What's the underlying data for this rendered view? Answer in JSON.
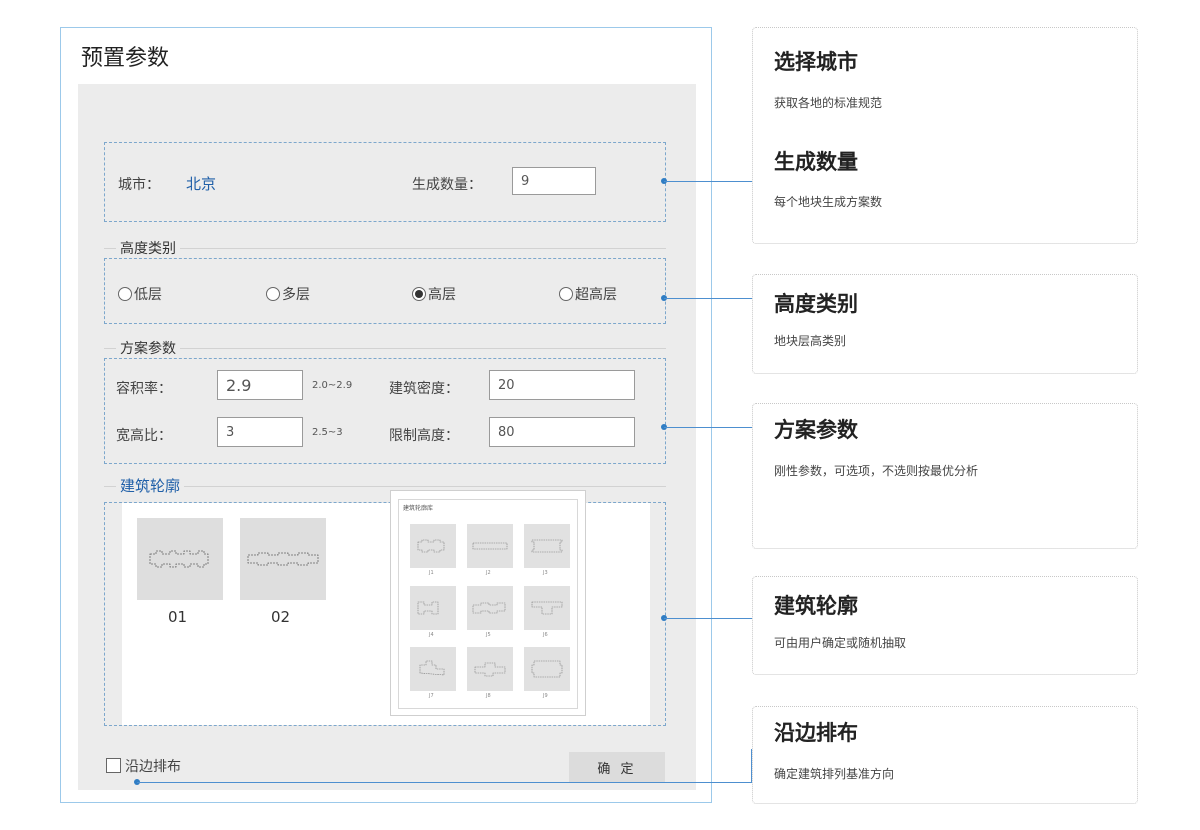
{
  "dialog": {
    "title": "预置参数"
  },
  "city_section": {
    "city_label": "城市：",
    "city_value": "北京",
    "count_label": "生成数量：",
    "count_value": "9"
  },
  "height_section": {
    "legend": "高度类别",
    "options": [
      "低层",
      "多层",
      "高层",
      "超高层"
    ],
    "selected": "高层"
  },
  "scheme_section": {
    "legend": "方案参数",
    "far_label": "容积率：",
    "far_value": "2.9",
    "far_range": "2.0~2.9",
    "density_label": "建筑密度：",
    "density_value": "20",
    "ratio_label": "宽高比：",
    "ratio_value": "3",
    "ratio_range": "2.5~3",
    "height_limit_label": "限制高度：",
    "height_limit_value": "80"
  },
  "outline_section": {
    "legend": "建筑轮廓",
    "items": [
      "01",
      "02"
    ],
    "popup_title": "建筑轮廓库",
    "popup_codes": [
      "J1",
      "J2",
      "J3",
      "J4",
      "J5",
      "J6",
      "J7",
      "J8",
      "J9"
    ]
  },
  "footer": {
    "edge_label": "沿边排布",
    "confirm_label": "确 定"
  },
  "cards": [
    {
      "title": "选择城市",
      "desc": "获取各地的标准规范"
    },
    {
      "title": "生成数量",
      "desc": "每个地块生成方案数"
    },
    {
      "title": "高度类别",
      "desc": "地块层高类别"
    },
    {
      "title": "方案参数",
      "desc": "刚性参数，可选项，不选则按最优分析"
    },
    {
      "title": "建筑轮廓",
      "desc": "可由用户确定或随机抽取"
    },
    {
      "title": "沿边排布",
      "desc": "确定建筑排列基准方向"
    }
  ],
  "colors": {
    "accent": "#2f7dc4",
    "link_text": "#1f5fa8",
    "panel_bg": "#ececec"
  }
}
